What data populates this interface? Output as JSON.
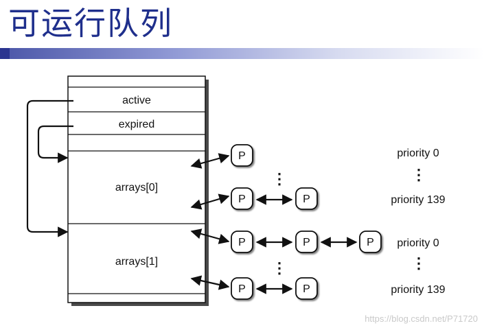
{
  "title": "可运行队列",
  "struct": {
    "active_label": "active",
    "expired_label": "expired",
    "arrays0_label": "arrays[0]",
    "arrays1_label": "arrays[1]"
  },
  "process_label": "P",
  "priorities": {
    "a0_top": "priority 0",
    "a0_bottom": "priority 139",
    "a1_top": "priority 0",
    "a1_bottom": "priority 139"
  },
  "ellipsis": "⋮",
  "watermark": "https://blog.csdn.net/P71720",
  "colors": {
    "title": "#1f2f8c",
    "stroke": "#111111",
    "watermark": "#c9c9c9"
  }
}
